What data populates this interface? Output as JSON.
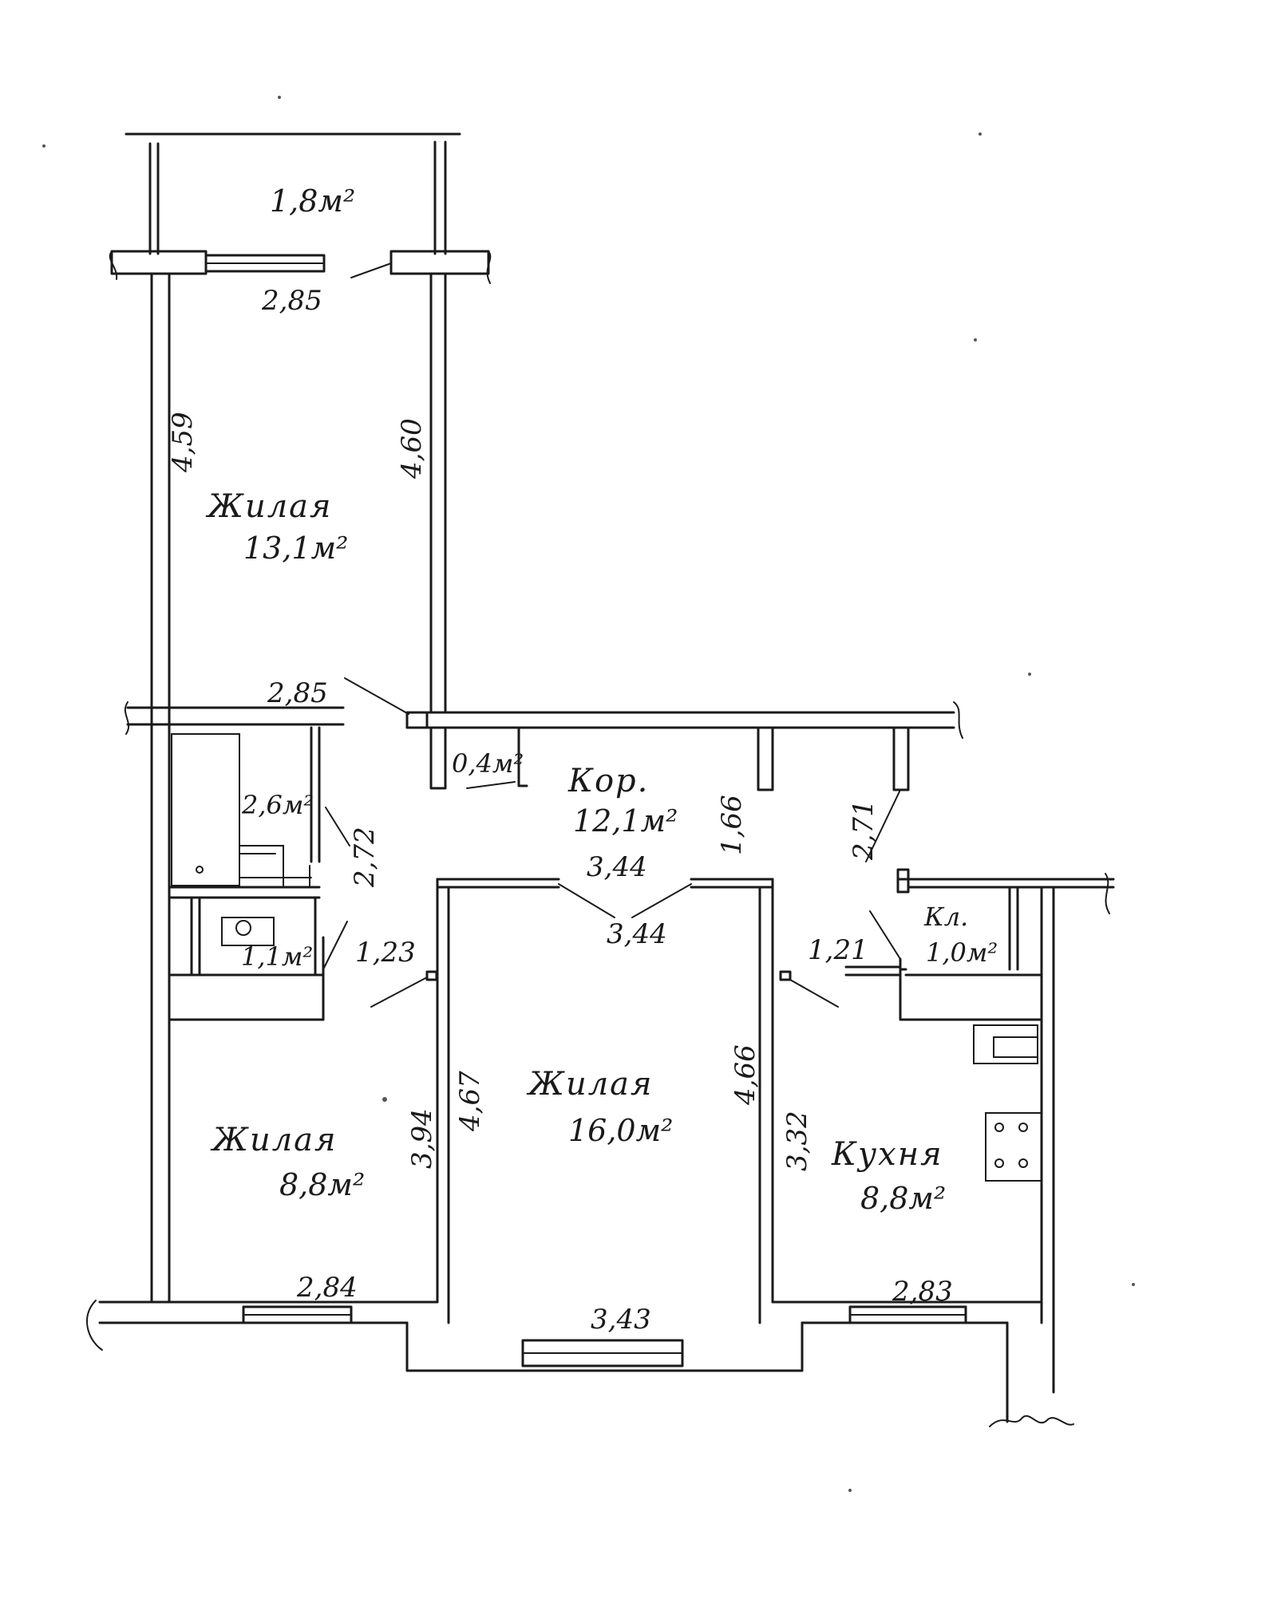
{
  "labels": {
    "balcony_area": "1,8м²",
    "room1_name": "Жилая",
    "room1_area": "13,1м²",
    "corridor_name": "Кор.",
    "corridor_area": "12,1м²",
    "closet_area": "0,4м²",
    "bath_area": "2,6м²",
    "wc_area": "1,1м²",
    "room2_name": "Жилая",
    "room2_area": "8,8м²",
    "room3_name": "Жилая",
    "room3_area": "16,0м²",
    "kitchen_name": "Кухня",
    "kitchen_area": "8,8м²",
    "pantry_name": "Кл.",
    "pantry_area": "1,0м²"
  },
  "dimensions": {
    "balcony_width": "2,85",
    "room1_left_length": "4,59",
    "room1_right_length": "4,60",
    "room1_bottom_width": "2,85",
    "bath_length": "2,72",
    "wc_width": "1,23",
    "corridor_width": "3,44",
    "corridor_middle": "1,66",
    "corridor_right": "2,71",
    "room3_top_width": "3,44",
    "pantry_width": "1,21",
    "room2_right_length": "3,94",
    "room3_left_length": "4,67",
    "room3_right_length": "4,66",
    "kitchen_left_length": "3,32",
    "room2_bottom_width": "2,84",
    "room3_bottom_width": "3,43",
    "kitchen_bottom_width": "2,83"
  }
}
